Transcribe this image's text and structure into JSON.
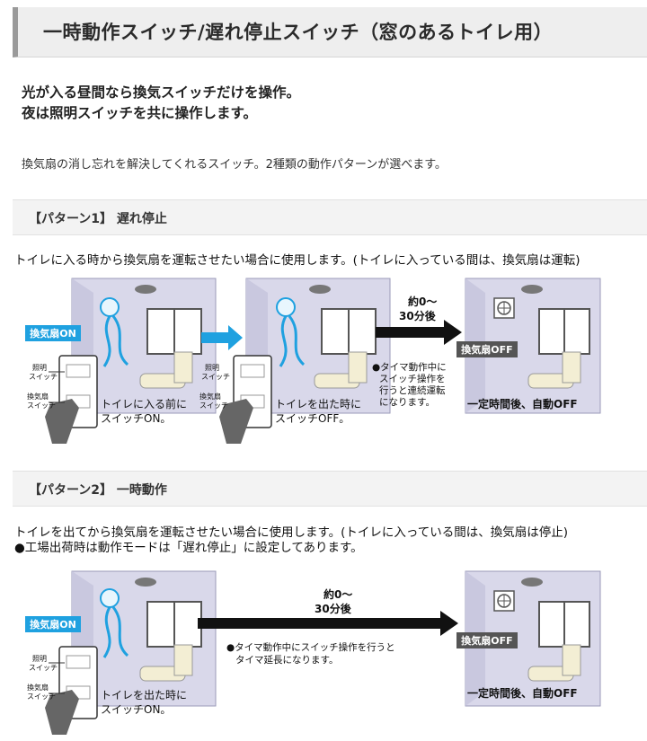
{
  "title": "一時動作スイッチ/遅れ停止スイッチ（窓のあるトイレ用）",
  "lead": [
    "光が入る昼間なら換気スイッチだけを操作。",
    "夜は照明スイッチを共に操作します。"
  ],
  "description": "換気扇の消し忘れを解決してくれるスイッチ。2種類の動作パターンが選べます。",
  "pattern1": {
    "heading": "【パターン1】 遅れ停止",
    "note": "トイレに入る時から換気扇を運転させたい場合に使用します。(トイレに入っている間は、換気扇は運転)",
    "fan_on": "換気扇ON",
    "fan_off": "換気扇OFF",
    "light_switch": [
      "照明",
      "スイッチ"
    ],
    "fan_switch": [
      "換気扇",
      "スイッチ"
    ],
    "step1": [
      "トイレに入る前に",
      "スイッチON。"
    ],
    "step2": [
      "トイレを出た時に",
      "スイッチOFF。"
    ],
    "delay": [
      "約0〜",
      "30分後"
    ],
    "timer_note": [
      "●タイマ動作中に",
      "スイッチ操作を",
      "行うと連続運転",
      "になります。"
    ],
    "result": "一定時間後、自動OFF"
  },
  "pattern2": {
    "heading": "【パターン2】 一時動作",
    "note1": "トイレを出てから換気扇を運転させたい場合に使用します。(トイレに入っている間は、換気扇は停止)",
    "note2": "●工場出荷時は動作モードは「遅れ停止」に設定してあります。",
    "fan_on": "換気扇ON",
    "fan_off": "換気扇OFF",
    "light_switch": [
      "照明",
      "スイッチ"
    ],
    "fan_switch": [
      "換気扇",
      "スイッチ"
    ],
    "step1": [
      "トイレを出た時に",
      "スイッチON。"
    ],
    "delay": [
      "約0〜",
      "30分後"
    ],
    "timer_note": [
      "●タイマ動作中にスイッチ操作を行うと",
      "タイマ延長になります。"
    ],
    "result": "一定時間後、自動OFF"
  },
  "colors": {
    "fan_on_badge": "#1fa1e0",
    "fan_off_badge": "#555555",
    "arrow_blue": "#1fa1e0",
    "room_wall": "#d9d8ea"
  }
}
